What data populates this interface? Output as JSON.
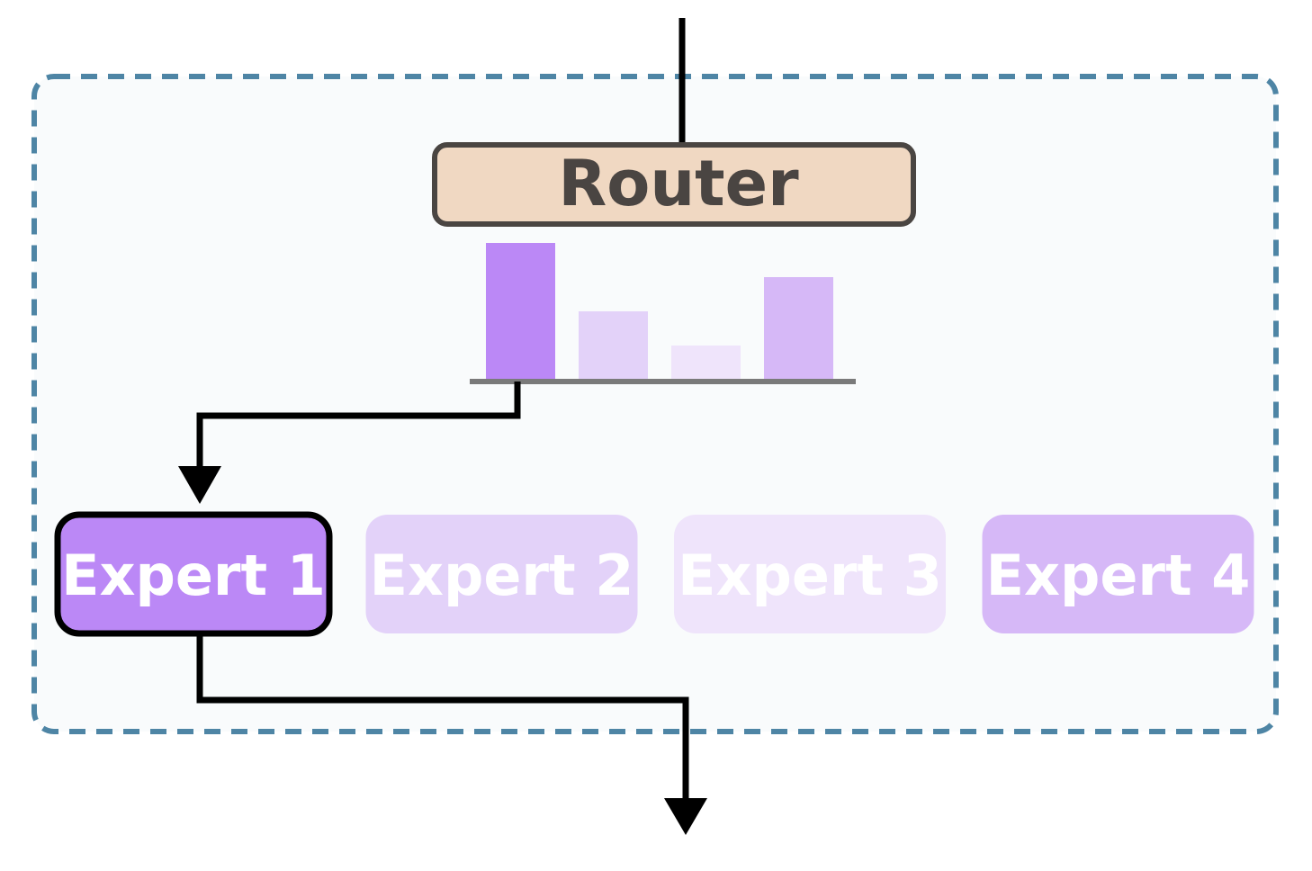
{
  "router": {
    "label": "Router",
    "fill": "#f0d8c2",
    "border": "#4a4542",
    "text_color": "#4a4542"
  },
  "gate_scores": {
    "values": [
      1.0,
      0.5,
      0.25,
      0.75
    ],
    "colors": [
      "#bb88f6",
      "#e3d2f9",
      "#efe4fb",
      "#d6b8f7"
    ],
    "baseline_color": "#7a7a7a"
  },
  "experts": [
    {
      "label": "Expert 1",
      "fill": "#bb88f6",
      "selected": true
    },
    {
      "label": "Expert 2",
      "fill": "#e3d2f9",
      "selected": false
    },
    {
      "label": "Expert 3",
      "fill": "#efe4fb",
      "selected": false
    },
    {
      "label": "Expert 4",
      "fill": "#d6b8f7",
      "selected": false
    }
  ],
  "layer": {
    "border_color": "#4e85a5",
    "fill": "#f9fbfc"
  },
  "arrow_color": "#000000",
  "expert_text_color": "#ffffff"
}
